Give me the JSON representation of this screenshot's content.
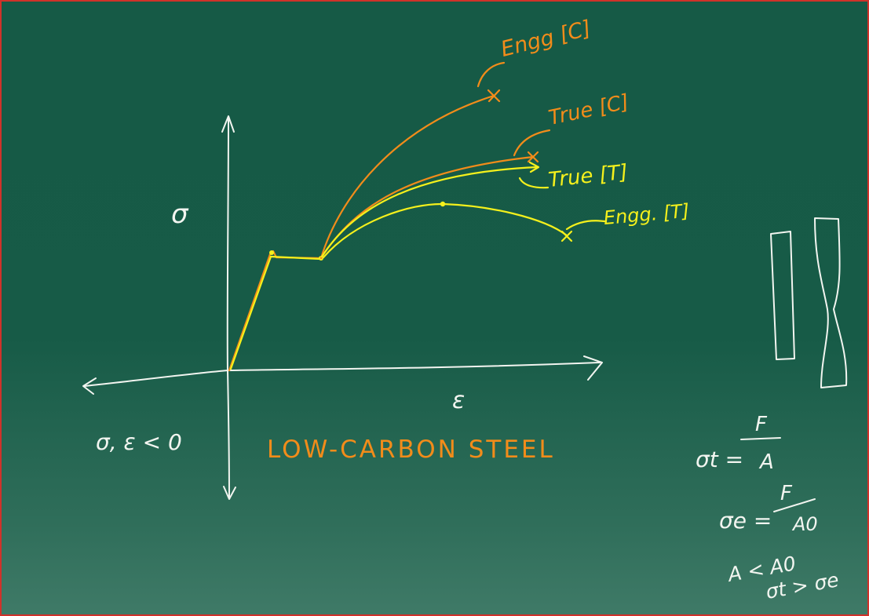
{
  "colors": {
    "board": "#165a46",
    "border": "#d0322a",
    "chalk_white": "#f2f5f0",
    "chalk_orange": "#f28c1a",
    "chalk_yellow": "#f4f01c"
  },
  "axes": {
    "y_label": "σ",
    "x_label": "ε",
    "negative_quadrant_note": "σ, ε < 0"
  },
  "title": "LOW-CARBON STEEL",
  "curves": [
    {
      "label": "Engg [C]",
      "color": "orange"
    },
    {
      "label": "True [C]",
      "color": "orange"
    },
    {
      "label": "True [T]",
      "color": "yellow"
    },
    {
      "label": "Engg. [T]",
      "color": "yellow"
    }
  ],
  "formulas": {
    "true_stress_lhs": "σt =",
    "true_stress_num": "F",
    "true_stress_den": "A",
    "engg_stress_lhs": "σe =",
    "engg_stress_num": "F",
    "engg_stress_den": "A0",
    "area_relation": "A < A0",
    "stress_relation": "σt > σe"
  },
  "specimens": [
    "uniform specimen",
    "necked specimen"
  ]
}
